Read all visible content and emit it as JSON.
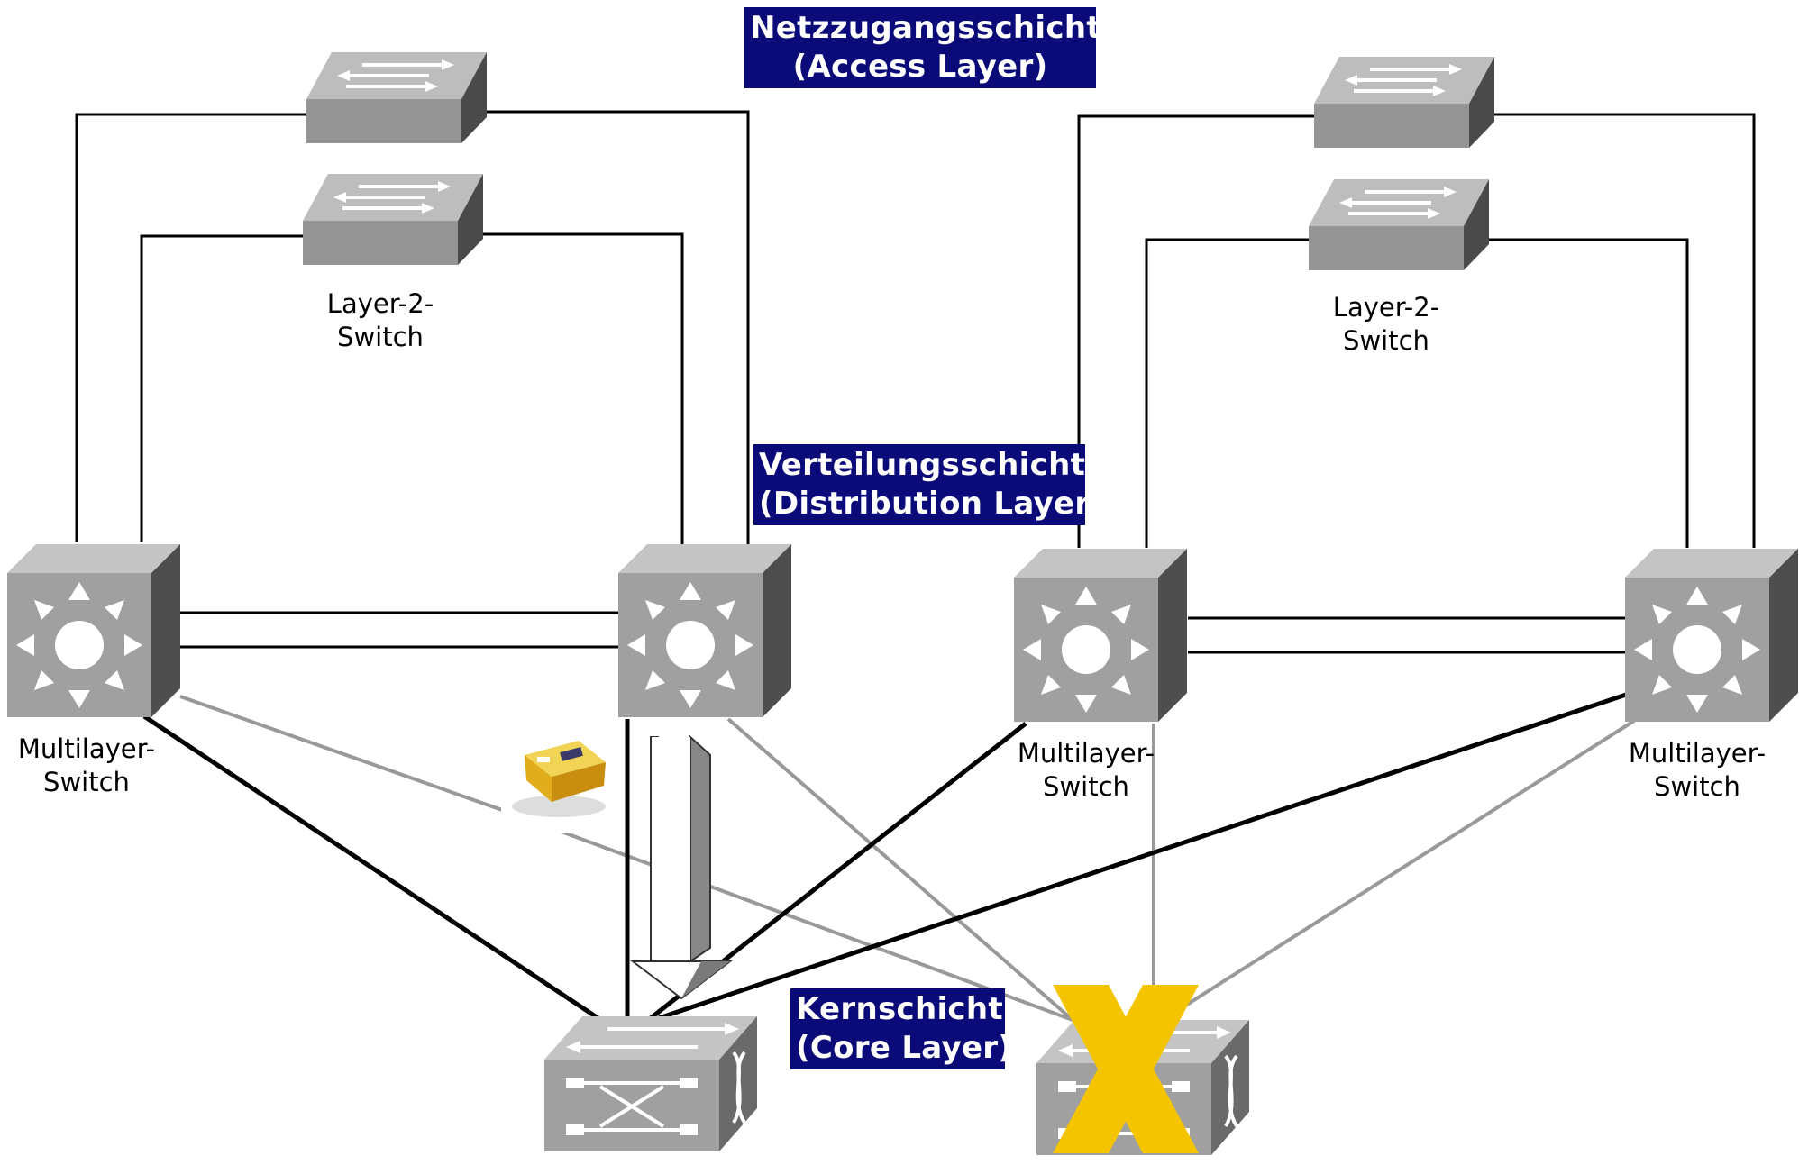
{
  "layers": {
    "access": {
      "line1": "Netzzugangsschicht",
      "line2": "(Access Layer)"
    },
    "distribution": {
      "line1": "Verteilungsschicht",
      "line2": "(Distribution Layer)"
    },
    "core": {
      "line1": "Kernschicht",
      "line2": "(Core Layer)"
    }
  },
  "devices": {
    "l2_switch_label": {
      "line1": "Layer-2-",
      "line2": "Switch"
    },
    "multilayer_label": {
      "line1": "Multilayer-",
      "line2": "Switch"
    }
  },
  "colors": {
    "label_background": "#0a0a78",
    "device_gray": "#9a9a9a",
    "link_primary": "#000000",
    "link_backup": "#999999",
    "failure_mark": "#f5c400"
  },
  "icons": [
    "layer2-switch-icon",
    "multilayer-switch-icon",
    "core-switch-icon",
    "data-packet-icon",
    "traffic-arrow-icon",
    "failure-x-icon"
  ]
}
